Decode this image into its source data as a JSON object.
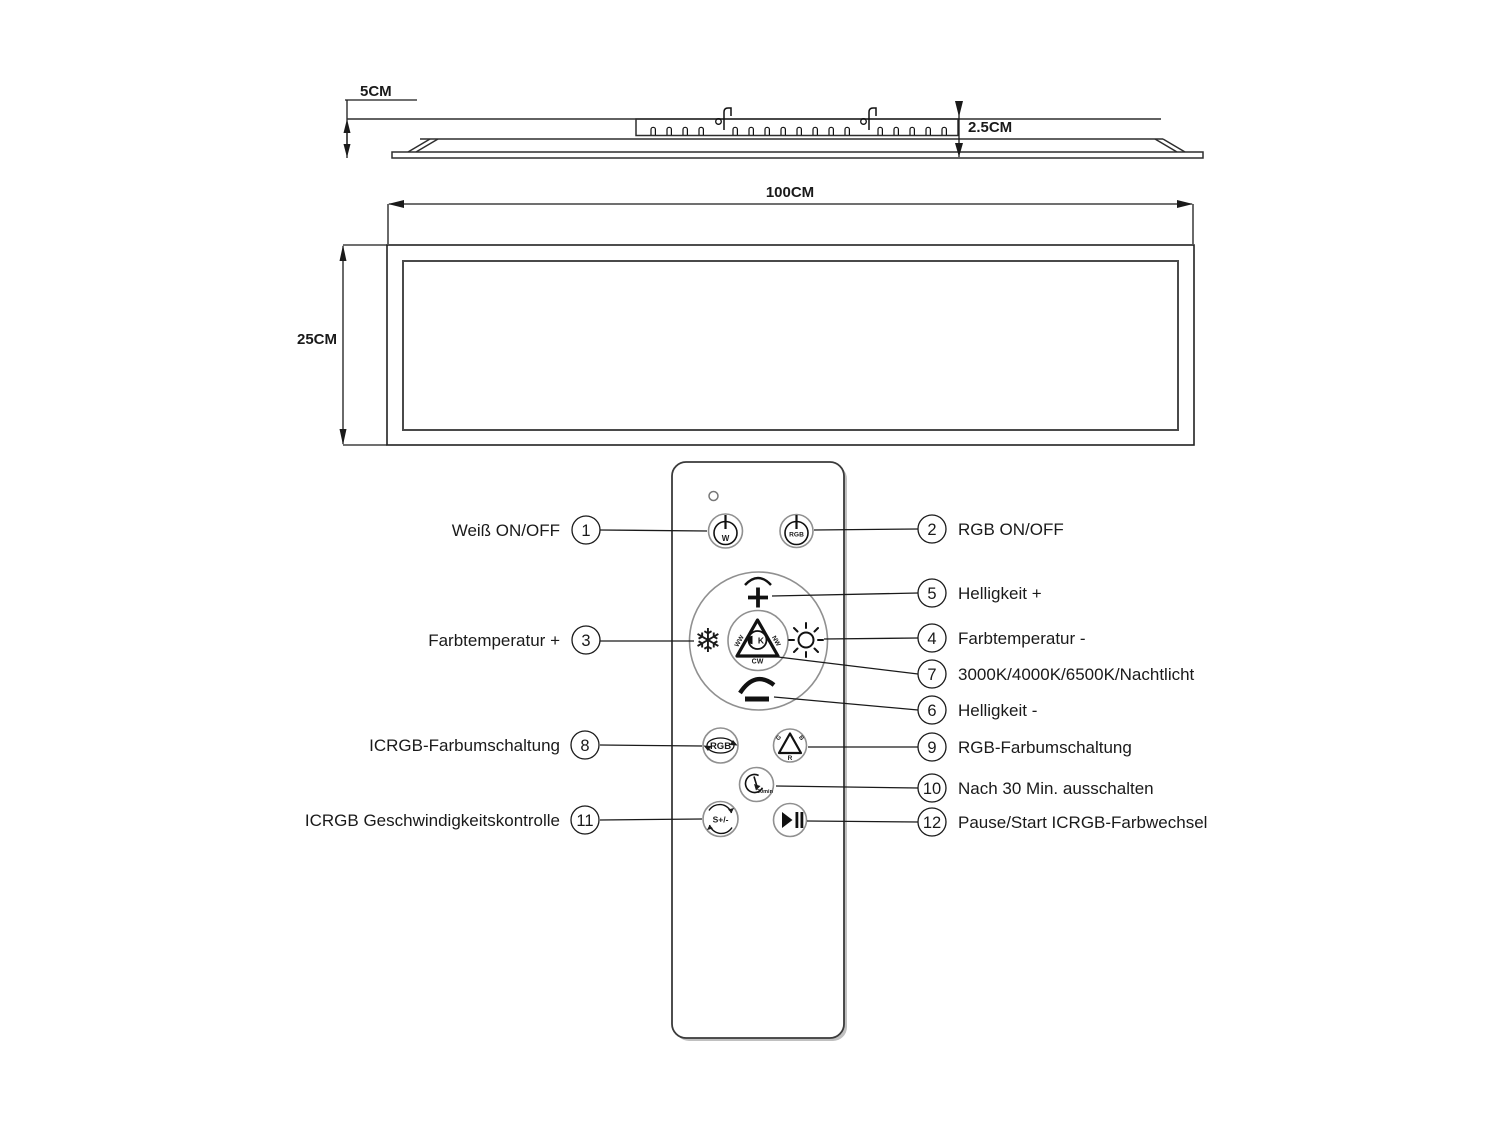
{
  "side_view": {
    "height_label": "5CM",
    "edge_label": "2.5CM"
  },
  "front_view": {
    "width_label": "100CM",
    "height_label": "25CM"
  },
  "remote": {
    "white_btn": "W",
    "rgb_btn": "RGB",
    "center_btn": "K",
    "ww": "WW",
    "nw": "NW",
    "cw": "CW",
    "rgb_cycle_btn": "RGB",
    "tri_g": "G",
    "tri_b": "B",
    "tri_r": "R",
    "timer_btn": "30min",
    "speed_btn": "S+/-"
  },
  "callouts": {
    "left": [
      {
        "num": "1",
        "label": "Weiß ON/OFF"
      },
      {
        "num": "3",
        "label": "Farbtemperatur +"
      },
      {
        "num": "8",
        "label": "ICRGB-Farbumschaltung"
      },
      {
        "num": "11",
        "label": "ICRGB Geschwindigkeitskontrolle"
      }
    ],
    "right": [
      {
        "num": "2",
        "label": "RGB ON/OFF"
      },
      {
        "num": "5",
        "label": "Helligkeit +"
      },
      {
        "num": "4",
        "label": "Farbtemperatur -"
      },
      {
        "num": "7",
        "label": "3000K/4000K/6500K/Nachtlicht"
      },
      {
        "num": "6",
        "label": "Helligkeit -"
      },
      {
        "num": "9",
        "label": "RGB-Farbumschaltung"
      },
      {
        "num": "10",
        "label": "Nach 30 Min. ausschalten"
      },
      {
        "num": "12",
        "label": "Pause/Start ICRGB-Farbwechsel"
      }
    ]
  },
  "colors": {
    "ink": "#1a1a1a",
    "ring_gray": "#909090",
    "shadow": "#c0c0c0"
  }
}
